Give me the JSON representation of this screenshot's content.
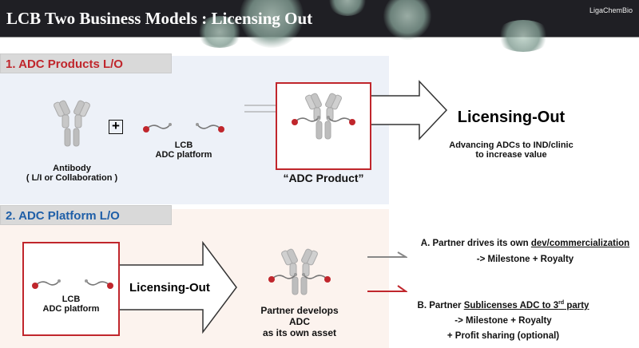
{
  "header": {
    "title": "LCB Two Business Models : Licensing Out",
    "logo": "LigaChemBio"
  },
  "section1": {
    "label": "1. ADC Products L/O",
    "label_color": "#c0262c",
    "antibody_label": "Antibody",
    "antibody_sub": "( L/I or Collaboration )",
    "plus": "+",
    "platform_label_1": "LCB",
    "platform_label_2": "ADC platform",
    "product_label": "“ADC Product”",
    "result_title": "Licensing-Out",
    "result_desc_1": "Advancing ADCs to IND/clinic",
    "result_desc_2": "to increase value"
  },
  "section2": {
    "label": "2. ADC Platform L/O",
    "label_color": "#1f5fa8",
    "platform_label_1": "LCB",
    "platform_label_2": "ADC platform",
    "arrow_label": "Licensing-Out",
    "partner_1": "Partner develops",
    "partner_2": "ADC",
    "partner_3": "as its own asset",
    "option_a": {
      "prefix": "A. Partner drives its own ",
      "underlined": "dev/commercialization",
      "line2": "-> Milestone + Royalty"
    },
    "option_b": {
      "prefix": "B. Partner ",
      "underlined_1": "Sublicenses ADC to 3",
      "sup": "rd",
      "underlined_2": " party",
      "line2": "-> Milestone + Royalty",
      "line3": "+ Profit sharing (optional)"
    }
  },
  "colors": {
    "red": "#c0262c",
    "header": "#1f1f24"
  }
}
